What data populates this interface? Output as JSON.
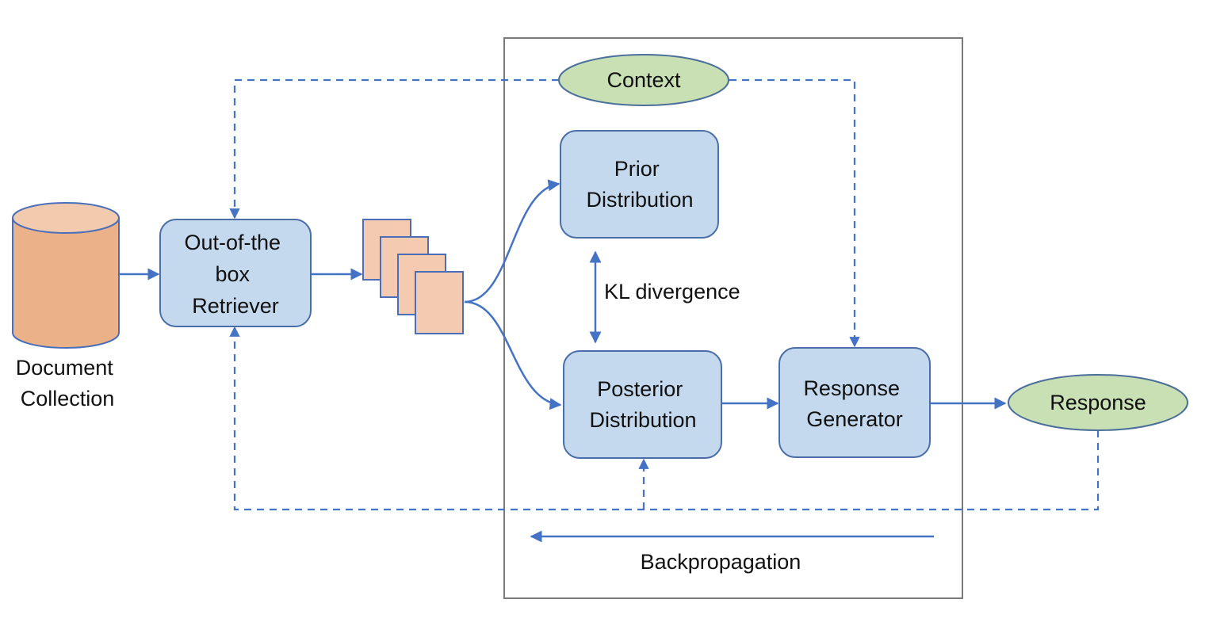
{
  "nodes": {
    "document_collection": [
      "Document",
      "Collection"
    ],
    "retriever": [
      "Out-of-the",
      "box",
      "Retriever"
    ],
    "context": "Context",
    "prior": [
      "Prior",
      "Distribution"
    ],
    "posterior": [
      "Posterior",
      "Distribution"
    ],
    "generator": [
      "Response",
      "Generator"
    ],
    "response": "Response"
  },
  "edge_labels": {
    "kl": "KL divergence",
    "backprop": "Backpropagation"
  },
  "colors": {
    "box_fill": "#c5d9ee",
    "oval_fill": "#c8e0b4",
    "cylinder_fill": "#ebb189",
    "doc_fill": "#f4cbb0",
    "arrow": "#4472c4"
  }
}
